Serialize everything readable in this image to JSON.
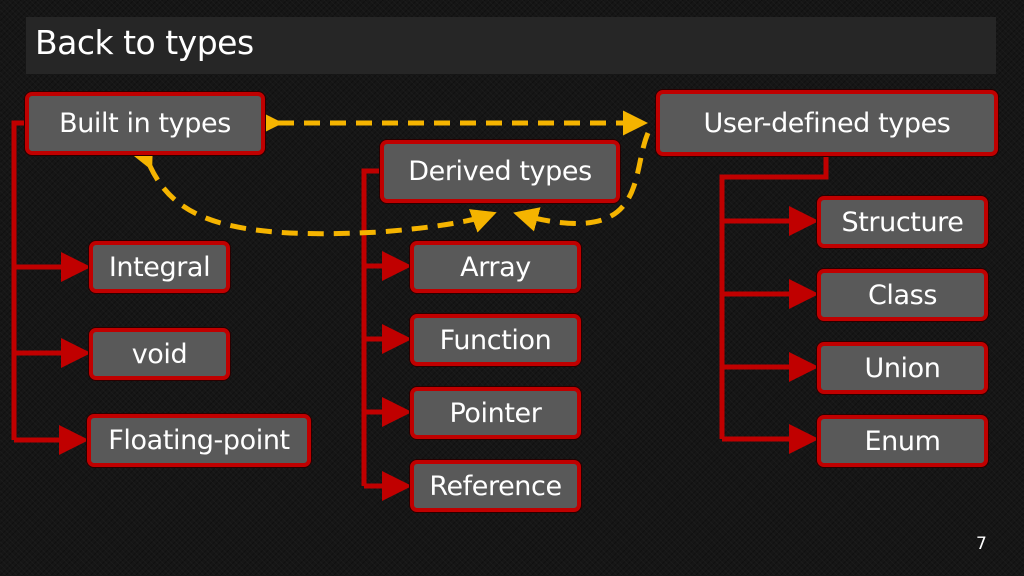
{
  "title": "Back to types",
  "page_number": "7",
  "nodes": {
    "built_in": "Built in types",
    "derived": "Derived types",
    "user_defined": "User-defined types",
    "integral": "Integral",
    "void": "void",
    "floating_point": "Floating-point",
    "array": "Array",
    "function": "Function",
    "pointer": "Pointer",
    "reference": "Reference",
    "structure": "Structure",
    "class": "Class",
    "union": "Union",
    "enum": "Enum"
  },
  "colors": {
    "connector": "#c00000",
    "dashed_arrow": "#f5b400",
    "node_fill": "#595959"
  }
}
